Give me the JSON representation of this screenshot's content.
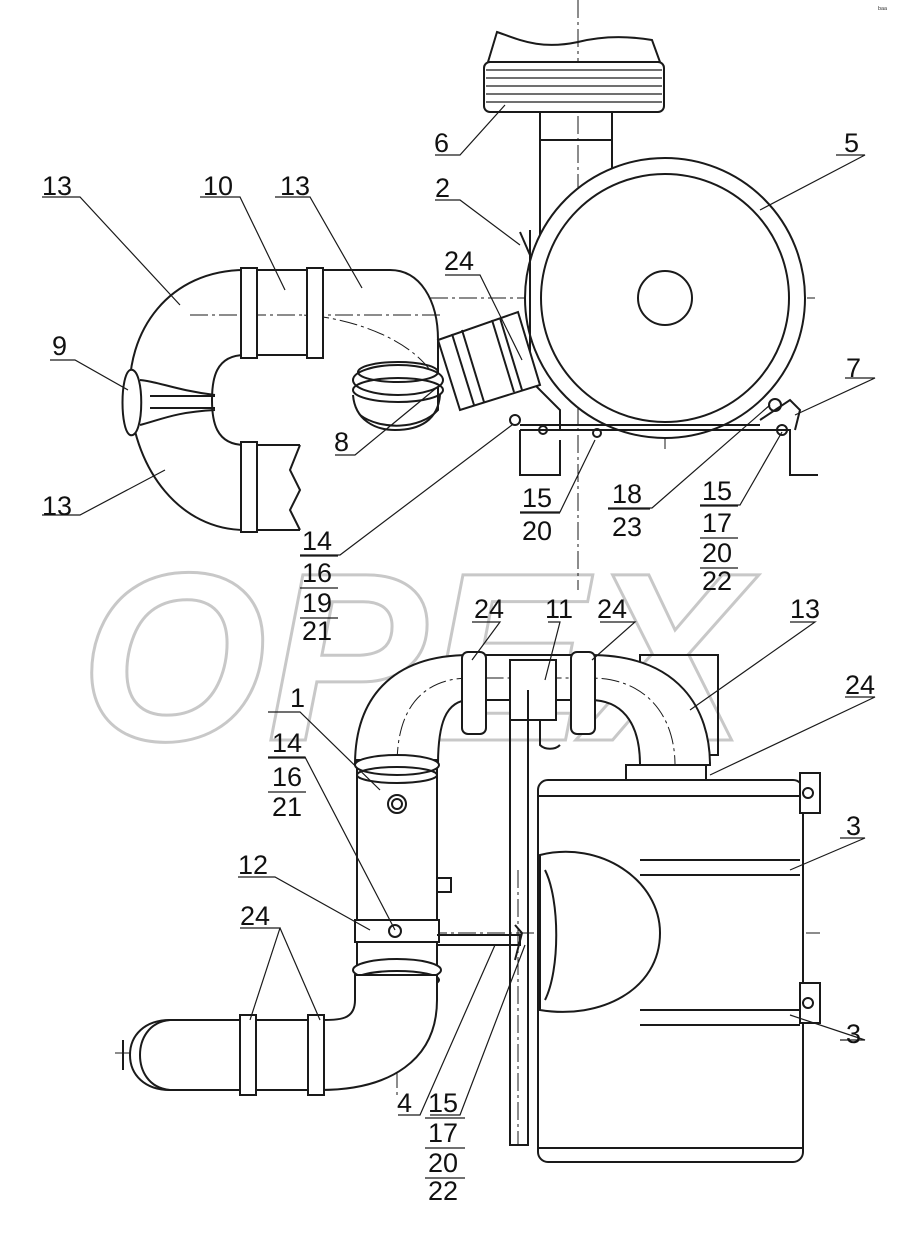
{
  "watermark": "OPEX",
  "corner_mark": "ᵇᵃᵃ",
  "callouts": {
    "c1": "1",
    "c2": "2",
    "c3a": "3",
    "c3b": "3",
    "c4": "4",
    "c5": "5",
    "c6": "6",
    "c7": "7",
    "c8": "8",
    "c9": "9",
    "c10": "10",
    "c11": "11",
    "c12": "12",
    "c13a": "13",
    "c13b": "13",
    "c13c": "13",
    "c13d": "13",
    "c24a": "24",
    "c24b": "24",
    "c24c": "24",
    "c24d": "24",
    "c24e": "24",
    "s1": [
      "15",
      "20"
    ],
    "s2": [
      "18",
      "23"
    ],
    "s3": [
      "15",
      "17",
      "20",
      "22"
    ],
    "s4": [
      "14",
      "16",
      "19",
      "21"
    ],
    "s5": [
      "14",
      "16",
      "21"
    ],
    "s6": [
      "15",
      "17",
      "20",
      "22"
    ]
  }
}
